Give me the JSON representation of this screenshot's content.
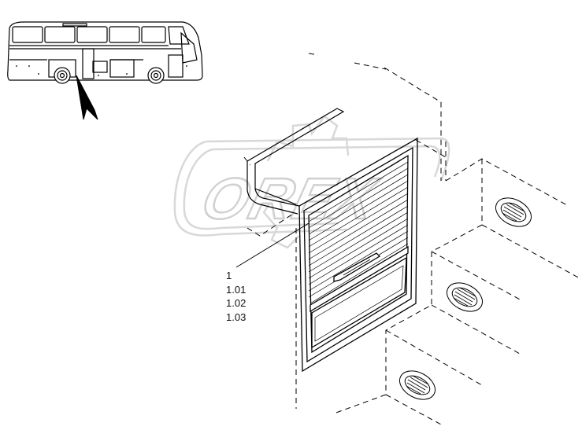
{
  "diagram": {
    "callouts": [
      "1",
      "1.01",
      "1.02",
      "1.03"
    ],
    "watermark_text": "OREX",
    "line_color": "#000000",
    "watermark_color": "#dcdcdc"
  }
}
